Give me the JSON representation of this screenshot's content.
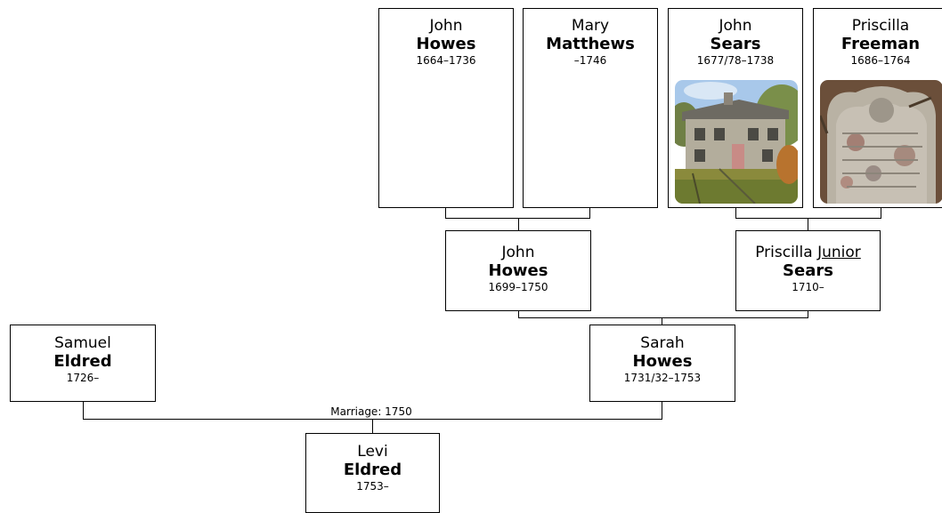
{
  "people": {
    "john_howes_sr": {
      "given": "John",
      "surname": "Howes",
      "dates": "1664–1736"
    },
    "mary_matthews": {
      "given": "Mary",
      "surname": "Matthews",
      "dates": "–1746"
    },
    "john_sears": {
      "given": "John",
      "surname": "Sears",
      "dates": "1677/78–1738"
    },
    "priscilla_freeman": {
      "given": "Priscilla",
      "surname": "Freeman",
      "dates": "1686–1764"
    },
    "john_howes_jr": {
      "given": "John",
      "surname": "Howes",
      "dates": "1699–1750"
    },
    "priscilla_sears": {
      "given": "Priscilla",
      "nickname": "Junior",
      "surname": "Sears",
      "dates": "1710–"
    },
    "sarah_howes": {
      "given": "Sarah",
      "surname": "Howes",
      "dates": "1731/32–1753"
    },
    "samuel_eldred": {
      "given": "Samuel",
      "surname": "Eldred",
      "dates": "1726–"
    },
    "levi_eldred": {
      "given": "Levi",
      "surname": "Eldred",
      "dates": "1753–"
    }
  },
  "marriage_label": "Marriage: 1750",
  "colors": {
    "box_border": "#000000",
    "line": "#000000",
    "background": "#ffffff"
  }
}
